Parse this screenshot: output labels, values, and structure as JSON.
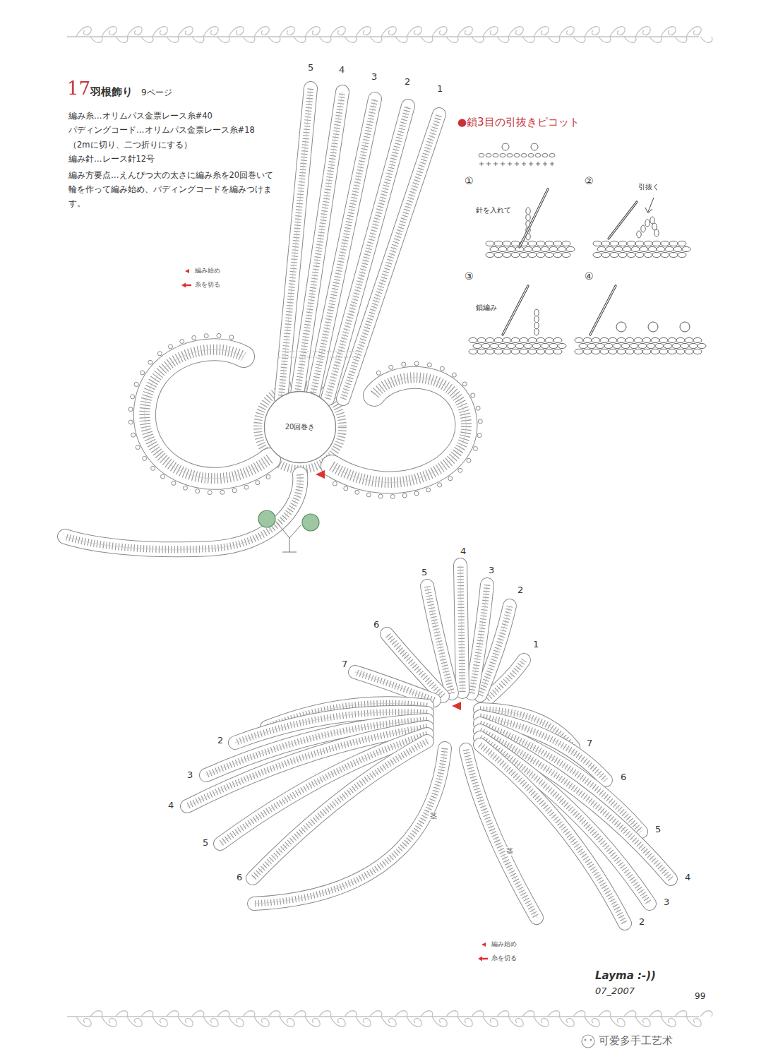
{
  "diagram": {
    "title": "羽根飾り",
    "nodes": [
      {
        "text": [
          "20回巻き"
        ]
      }
    ],
    "labels": [
      "17",
      "9ページ",
      "編み糸…オリムパス金票レース糸#40",
      "パディングコード…オリムパス金票レース糸#18",
      "（2mに切り、二つ折りにする）",
      "編み針…レース針12号",
      "編み方要点…えんぴつ大の太さに編み糸を20回巻いて輪を作って編み始め、パディングコードを編みつけます。",
      "5",
      "4",
      "3",
      "2",
      "1",
      "●鎖3目の引抜きピコット",
      "①",
      "②",
      "③",
      "④",
      "針を入れて",
      "引抜く",
      "鎖編み",
      "5",
      "4",
      "3",
      "2",
      "1",
      "6",
      "7",
      "2",
      "3",
      "4",
      "5",
      "6",
      "7",
      "6",
      "5",
      "4",
      "3",
      "2",
      "茎",
      "茎",
      "Layma :-))",
      "07_2007",
      "99",
      "可爱多手工艺术"
    ],
    "legend": [
      {
        "text": "編み始め"
      },
      {
        "text": "糸を切る"
      },
      {
        "text": "編み始め"
      },
      {
        "text": "糸を切る"
      }
    ]
  }
}
